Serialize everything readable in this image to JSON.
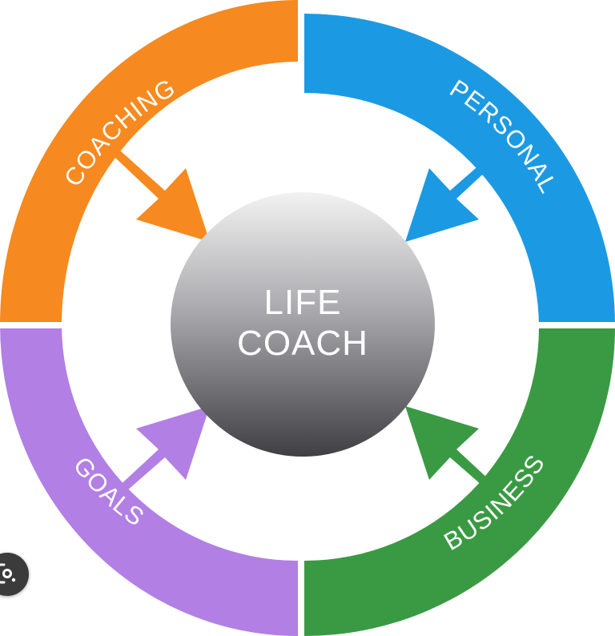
{
  "colors": {
    "coaching": "#f6891f",
    "personal": "#1b9ae3",
    "business": "#3a9a43",
    "goals": "#b27fe4",
    "center_top": "#f2f2f2",
    "center_bottom": "#3f3f44"
  },
  "segments": [
    {
      "id": "coaching",
      "label": "COACHING"
    },
    {
      "id": "personal",
      "label": "PERSONAL"
    },
    {
      "id": "business",
      "label": "BUSINESS"
    },
    {
      "id": "goals",
      "label": "GOALS"
    }
  ],
  "center": {
    "line1": "LIFE",
    "line2": "COACH"
  },
  "overlay": {
    "icon": "google-lens-icon"
  }
}
